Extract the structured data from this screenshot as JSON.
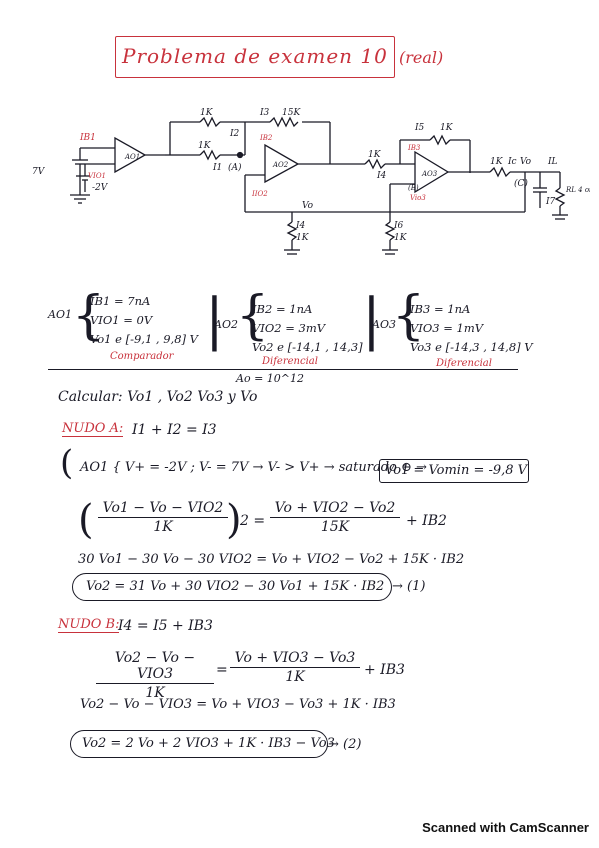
{
  "title": "Problema de examen 10",
  "title_suffix": "(real)",
  "circuit": {
    "labels": {
      "ib1": "IB1",
      "vio1": "VIO1",
      "ao1": "AO1",
      "v_in": "7V",
      "v_ref": "-2V",
      "r1": "1K",
      "r2": "1K",
      "r3": "15K",
      "i2": "I2",
      "i3": "I3",
      "ib2": "IB2",
      "ao2": "AO2",
      "iio2": "IIO2",
      "node_a": "(A)",
      "i1": "I1",
      "vo": "Vo",
      "i4": "I4",
      "r4": "1K",
      "r5": "1K",
      "r6": "1K",
      "i5": "I5",
      "ib3": "IB3",
      "ao3": "AO3",
      "vio3": "Vio3",
      "node_b": "(B)",
      "i6": "I6",
      "r7": "1K",
      "r8": "1K",
      "rl": "RL 4 oir",
      "vo_out": "Vo",
      "node_c": "(C)",
      "ic": "Ic",
      "i7": "I7",
      "il": "IL"
    }
  },
  "specs": {
    "ao1": {
      "tag": "AO1",
      "lines": [
        "IB1 = 7nA",
        "VIO1 = 0V",
        "Vo1 e [-9,1 , 9,8] V"
      ],
      "caption": "Comparador"
    },
    "ao2": {
      "tag": "AO2",
      "lines": [
        "IB2 = 1nA",
        "VIO2 = 3mV",
        "Vo2 e [-14,1 , 14,3]"
      ],
      "caption": "Diferencial"
    },
    "ao3": {
      "tag": "AO3",
      "lines": [
        "IB3 = 1nA",
        "VIO3 = 1mV",
        "Vo3 e [-14,3 , 14,8] V"
      ],
      "caption": "Diferencial"
    },
    "gain": "Ao = 10^12"
  },
  "calc": "Calcular: Vo1 , Vo2  Vo3  y  Vo",
  "nodo_a": {
    "heading": "NUDO A:",
    "balance": "I1 + I2 = I3",
    "ao1_line": "AO1 { V+ = -2V ; V- = 7V  →  V- > V+  →  saturado  ⊖  →",
    "ao1_result": "Vo1 = Vomin = -9,8 V",
    "frac1_num": "Vo1 − Vo − VIO2",
    "frac1_den": "1K",
    "times": "2 =",
    "frac2_num": "Vo + VIO2 − Vo2",
    "frac2_den": "15K",
    "plus_ib2": "+ IB2",
    "expanded": "30 Vo1 − 30 Vo − 30 VIO2 = Vo + VIO2 − Vo2 + 15K · IB2",
    "result": "Vo2 = 31 Vo + 30 VIO2 − 30 Vo1 + 15K · IB2",
    "ref": "→ (1)"
  },
  "nodo_b": {
    "heading": "NUDO B:",
    "balance": "I4 = I5 + IB3",
    "frac1_num": "Vo2 − Vo − VIO3",
    "frac1_den": "1K",
    "eq": "=",
    "frac2_num": "Vo + VIO3 − Vo3",
    "frac2_den": "1K",
    "plus_ib3": "+ IB3",
    "expanded": "Vo2 − Vo − VIO3 = Vo + VIO3 − Vo3 + 1K · IB3",
    "result": "Vo2 = 2 Vo + 2 VIO3 + 1K · IB3 − Vo3",
    "ref": "→ (2)"
  },
  "footer": "Scanned with CamScanner"
}
